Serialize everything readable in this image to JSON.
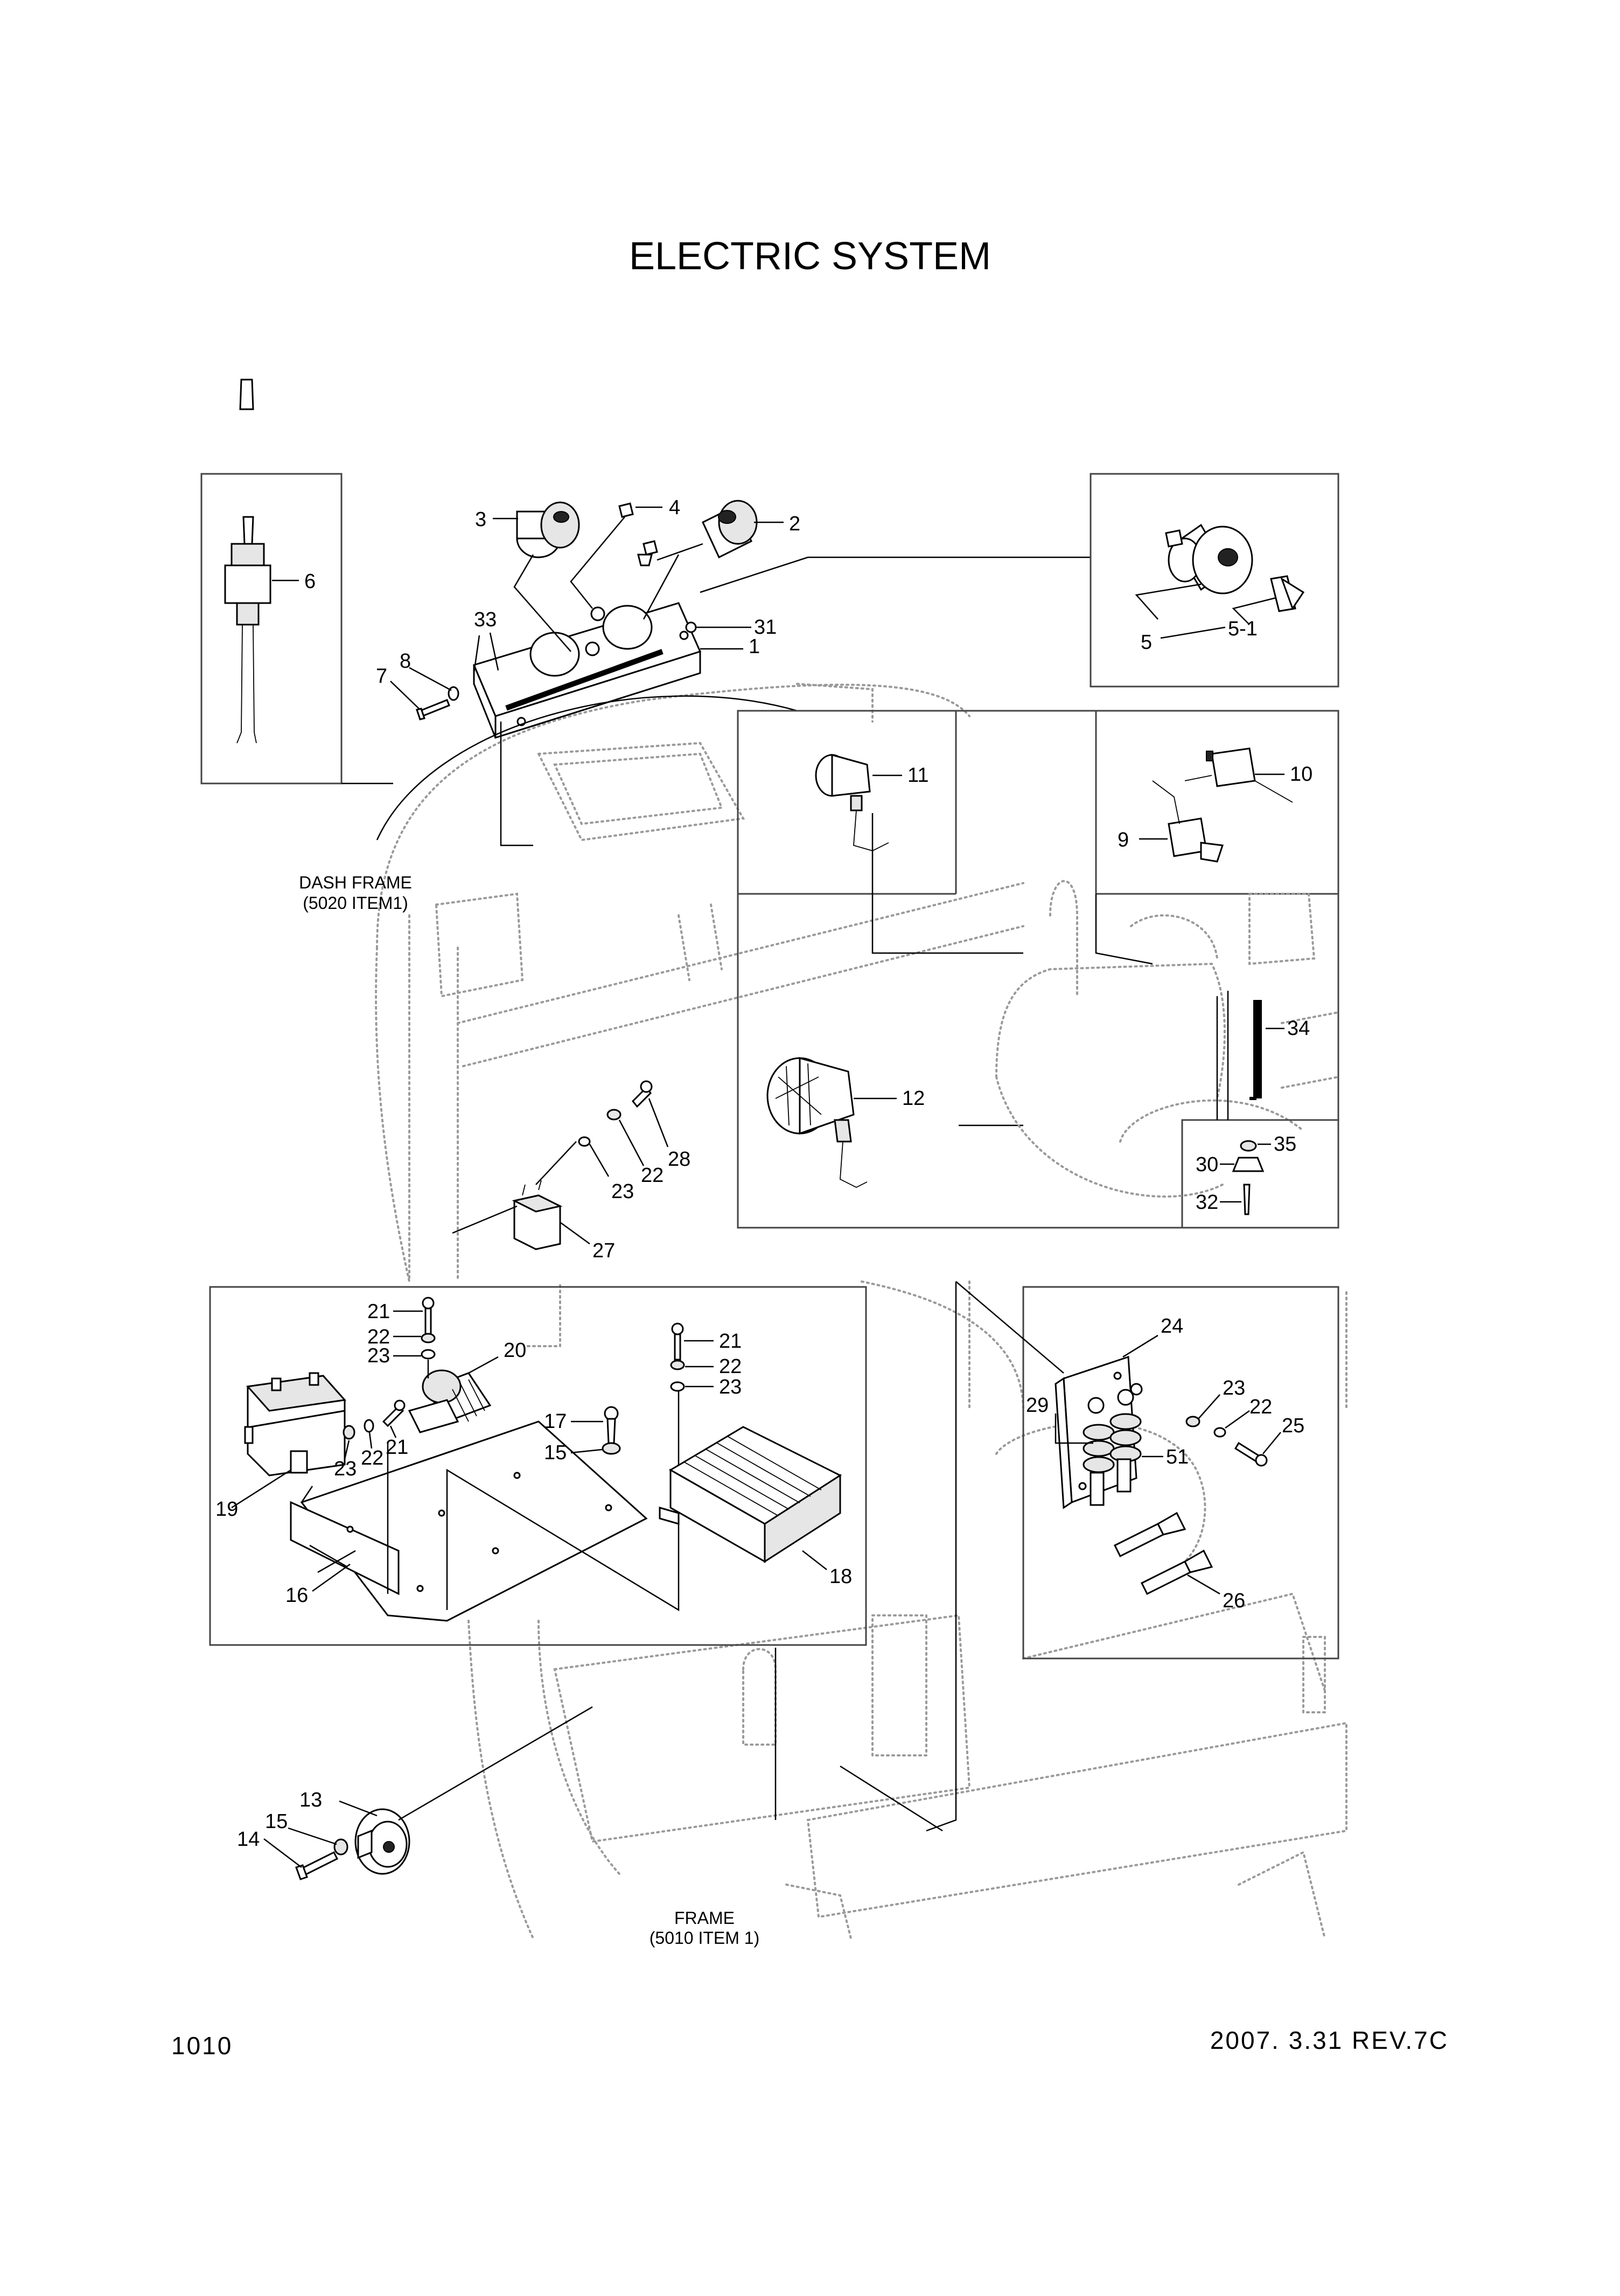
{
  "title": "ELECTRIC SYSTEM",
  "page_number": "1010",
  "revision": "2007. 3.31  REV.7C",
  "notes": {
    "dash_frame_line1": "DASH FRAME",
    "dash_frame_line2": "(5020 ITEM1)",
    "frame_line1": "FRAME",
    "frame_line2": "(5010 ITEM 1)"
  },
  "callouts": {
    "c1": "1",
    "c2": "2",
    "c3": "3",
    "c4": "4",
    "c5": "5",
    "c5_1": "5-1",
    "c6": "6",
    "c7": "7",
    "c8": "8",
    "c9": "9",
    "c10": "10",
    "c11": "11",
    "c12": "12",
    "c13": "13",
    "c14": "14",
    "c15a": "15",
    "c15b": "15",
    "c16": "16",
    "c17": "17",
    "c18": "18",
    "c19": "19",
    "c20": "20",
    "c21a": "21",
    "c21b": "21",
    "c21c": "21",
    "c22a": "22",
    "c22b": "22",
    "c22c": "22",
    "c22d": "22",
    "c22e": "22",
    "c23a": "23",
    "c23b": "23",
    "c23c": "23",
    "c23d": "23",
    "c23e": "23",
    "c24": "24",
    "c25": "25",
    "c26": "26",
    "c27": "27",
    "c28": "28",
    "c29": "29",
    "c30": "30",
    "c31": "31",
    "c32": "32",
    "c33": "33",
    "c34": "34",
    "c35": "35",
    "c51": "51"
  }
}
